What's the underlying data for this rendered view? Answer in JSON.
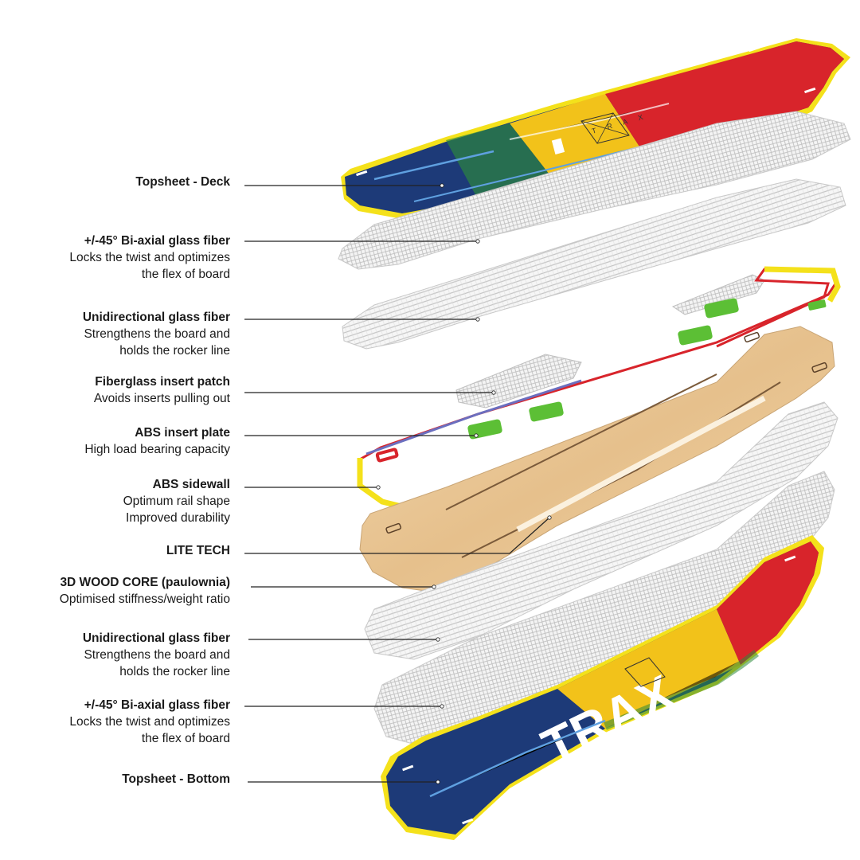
{
  "layers": [
    {
      "title": "Topsheet - Deck",
      "lines": []
    },
    {
      "title": "+/-45° Bi-axial glass fiber",
      "lines": [
        "Locks the twist and optimizes",
        "the flex of board"
      ]
    },
    {
      "title": "Unidirectional glass fiber",
      "lines": [
        "Strengthens the board and",
        "holds the rocker line"
      ]
    },
    {
      "title": "Fiberglass insert patch",
      "lines": [
        "Avoids inserts pulling out"
      ]
    },
    {
      "title": "ABS insert plate",
      "lines": [
        "High load bearing capacity"
      ]
    },
    {
      "title": "ABS sidewall",
      "lines": [
        "Optimum rail shape",
        "Improved durability"
      ]
    },
    {
      "title": "LITE TECH",
      "lines": []
    },
    {
      "title": "3D WOOD CORE (paulownia)",
      "lines": [
        "Optimised stiffness/weight ratio"
      ]
    },
    {
      "title": "Unidirectional glass fiber",
      "lines": [
        "Strengthens the board and",
        "holds the rocker line"
      ]
    },
    {
      "title": "+/-45° Bi-axial glass fiber",
      "lines": [
        "Locks the twist and optimizes",
        "the flex of board"
      ]
    },
    {
      "title": "Topsheet - Bottom",
      "lines": []
    }
  ],
  "deck_logo_text": "T R A X",
  "bottom_logo_text": "TRAX",
  "colors": {
    "deck_blue": "#1d3a78",
    "deck_yellow": "#f2c21a",
    "deck_red": "#d8242b",
    "rail_yellow": "#f4e11b",
    "wood": "#e9c99a",
    "insert_green": "#5cbf35",
    "insert_red": "#d8242b",
    "fiber_grey": "#cfcfcf",
    "leader_line": "#222222"
  }
}
